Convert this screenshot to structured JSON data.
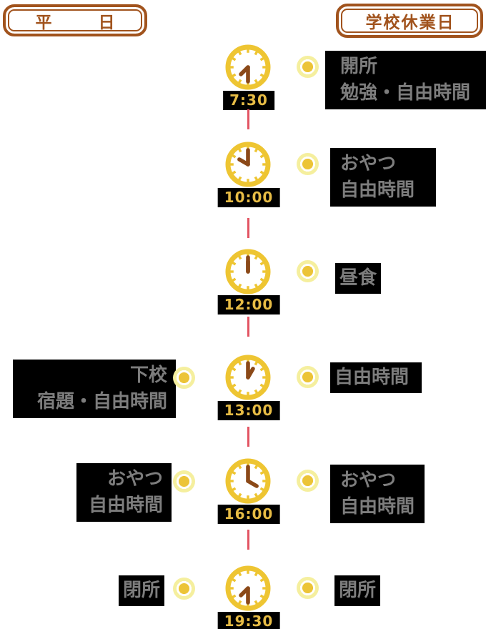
{
  "headers": {
    "weekday_label": "平　日",
    "holiday_label": "学校休業日"
  },
  "colors": {
    "header_border_brown": "#A1531D",
    "clock_gold": "#EEC532",
    "clock_hand_brown": "#8B4918",
    "time_text_gold": "#E7BC45",
    "bullet_pale_yellow": "#F5EF9E",
    "bullet_center_gold": "#ECC437",
    "activity_box_bg": "#000000",
    "activity_text_gray": "#7D7D7D",
    "connector_pink": "#E25563"
  },
  "timeline": [
    {
      "time": "7:30",
      "right": {
        "line1": "開所",
        "line2": "勉強・自由時間"
      }
    },
    {
      "time": "10:00",
      "right": {
        "line1": "おやつ",
        "line2": "自由時間"
      }
    },
    {
      "time": "12:00",
      "right": {
        "line1": "昼食"
      }
    },
    {
      "time": "13:00",
      "left": {
        "line1": "下校",
        "line2": "宿題・自由時間"
      },
      "right": {
        "line1": "自由時間"
      }
    },
    {
      "time": "16:00",
      "left": {
        "line1": "おやつ",
        "line2": "自由時間"
      },
      "right": {
        "line1": "おやつ",
        "line2": "自由時間"
      }
    },
    {
      "time": "19:30",
      "left": {
        "line1": "閉所"
      },
      "right": {
        "line1": "閉所"
      }
    }
  ]
}
